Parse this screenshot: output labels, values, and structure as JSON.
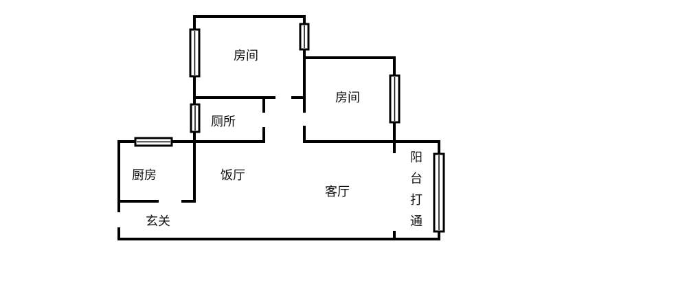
{
  "rooms": {
    "bedroom_1": "房间",
    "bedroom_2": "房间",
    "toilet": "厕所",
    "kitchen": "厨房",
    "dining": "饭厅",
    "living": "客厅",
    "entrance": "玄关",
    "balcony": "阳台打通"
  },
  "colors": {
    "wall": "#000000",
    "background": "#ffffff"
  }
}
